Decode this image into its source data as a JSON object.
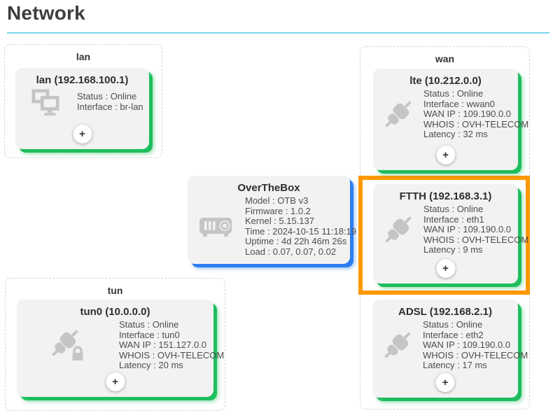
{
  "page": {
    "title": "Network"
  },
  "ui": {
    "plus_label": "+"
  },
  "colors": {
    "underline_teal": "#7ed5ea",
    "card_shadow_green": "#1ebe5e",
    "otb_shadow_blue": "#2b7df0",
    "highlight_orange": "#ff9800",
    "card_background": "#f2f2f2",
    "icon_gray": "#c5c5c5"
  },
  "groups": {
    "lan": {
      "label": "lan"
    },
    "wan": {
      "label": "wan"
    },
    "tun": {
      "label": "tun"
    }
  },
  "otb": {
    "title": "OverTheBox",
    "icon": "router-device-icon",
    "lines": [
      "Model : OTB v3",
      "Firmware : 1.0.2",
      "Kernel : 5.15.137",
      "Time : 2024-10-15 11:18:19",
      "Uptime : 4d 22h 46m 26s",
      "Load : 0.07, 0.07, 0.02"
    ]
  },
  "cards": {
    "lan0": {
      "title": "lan (192.168.100.1)",
      "icon": "lan-network-icon",
      "lines": [
        "Status : Online",
        "Interface : br-lan"
      ]
    },
    "lte": {
      "title": "lte (10.212.0.0)",
      "icon": "plug-connector-icon",
      "lines": [
        "Status : Online",
        "Interface : wwan0",
        "WAN IP : 109.190.0.0",
        "WHOIS : OVH-TELECOM",
        "Latency : 32 ms"
      ]
    },
    "ftth": {
      "title": "FTTH (192.168.3.1)",
      "icon": "plug-connector-icon",
      "highlighted": true,
      "lines": [
        "Status : Online",
        "Interface : eth1",
        "WAN IP : 109.190.0.0",
        "WHOIS : OVH-TELECOM",
        "Latency : 9 ms"
      ]
    },
    "adsl": {
      "title": "ADSL (192.168.2.1)",
      "icon": "plug-connector-icon",
      "lines": [
        "Status : Online",
        "Interface : eth2",
        "WAN IP : 109.190.0.0",
        "WHOIS : OVH-TELECOM",
        "Latency : 17 ms"
      ]
    },
    "tun0": {
      "title": "tun0 (10.0.0.0)",
      "icon": "secure-plug-lock-icon",
      "lines": [
        "Status : Online",
        "Interface : tun0",
        "WAN IP : 151.127.0.0",
        "WHOIS : OVH-TELECOM",
        "Latency : 20 ms"
      ]
    }
  }
}
